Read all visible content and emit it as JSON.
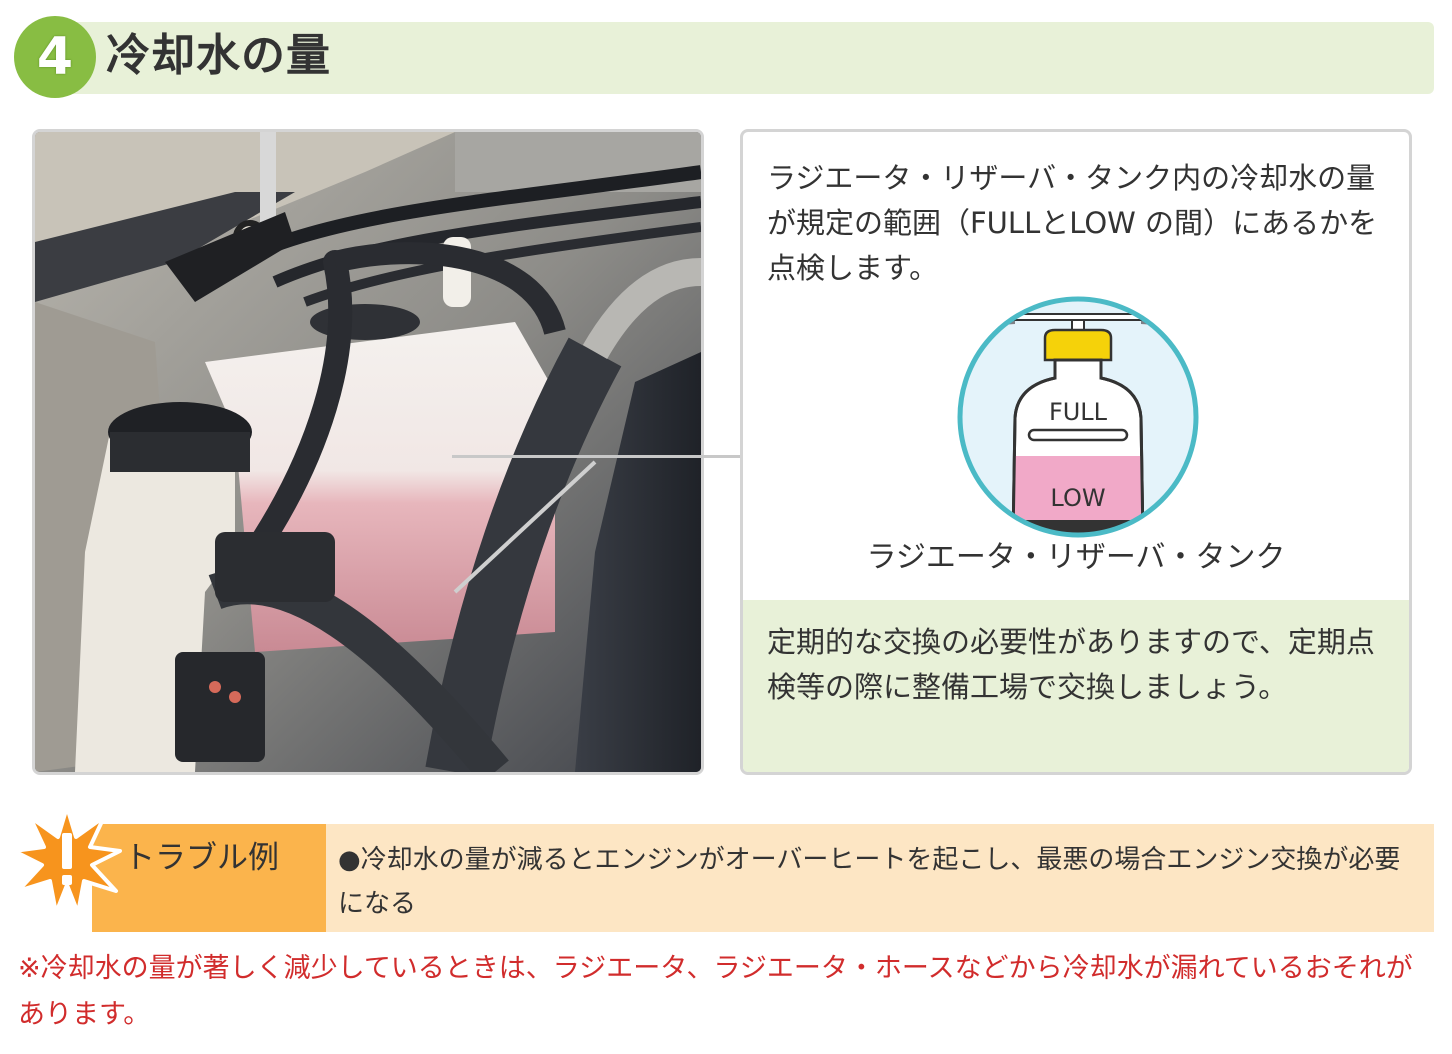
{
  "header": {
    "number": "4",
    "title": "冷却水の量",
    "bar_color": "#e8f1d8",
    "badge_color": "#88bd43"
  },
  "photo": {
    "alt": "エンジンルーム内のラジエータ・リザーバ・タンク（ピンク色の冷却水）"
  },
  "info": {
    "description": "ラジエータ・リザーバ・タンク内の冷却水の量が規定の範囲（FULLとLOW の間）にあるかを点検します。",
    "diagram": {
      "full_label": "FULL",
      "low_label": "LOW",
      "caption": "ラジエータ・リザーバ・タンク",
      "circle_color": "#4bbac6",
      "cap_color": "#f5d20a",
      "coolant_color": "#f1a9c8"
    },
    "note": "定期的な交換の必要性がありますので、定期点検等の際に整備工場で交換しましょう。"
  },
  "trouble": {
    "label": "トラブル例",
    "body": "●冷却水の量が減るとエンジンがオーバーヒートを起こし、最悪の場合エンジン交換が必要になる",
    "label_bg": "#fbb44c",
    "body_bg": "#fde6c4",
    "icon": "exclamation-burst-icon"
  },
  "warning": {
    "text": "※冷却水の量が著しく減少しているときは、ラジエータ、ラジエータ・ホースなどから冷却水が漏れているおそれがあります。",
    "color": "#d12c2c"
  }
}
